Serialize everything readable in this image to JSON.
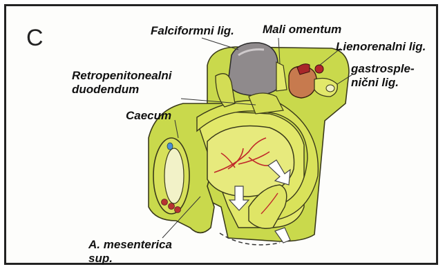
{
  "figure": {
    "panel_letter": "C",
    "labels": {
      "falciform": "Falciformni lig.",
      "lesser_omentum": "Mali omentum",
      "lienorenal": "Lienorenalni lig.",
      "gastrosplenic_line1": "gastrosple-",
      "gastrosplenic_line2": "nični lig.",
      "duodenum_line1": "Retropenitonealni",
      "duodenum_line2": "duodendum",
      "caecum": "Caecum",
      "mesenteric_line1": "A. mesenterica",
      "mesenteric_line2": "sup."
    },
    "colors": {
      "mesentery_yellow": "#e2e86a",
      "body_wall_green": "#c9d94c",
      "outline": "#3a3a1a",
      "liver_gray": "#8f8a8c",
      "vessel_red": "#c0282a",
      "stomach_brown": "#c77a4e"
    }
  }
}
